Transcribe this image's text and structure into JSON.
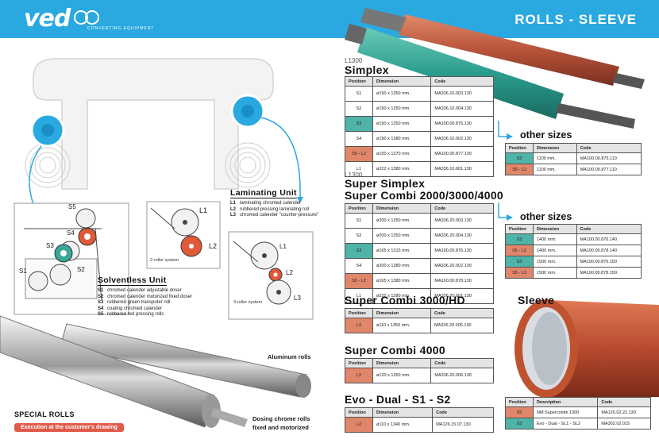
{
  "header": {
    "logo_text": "ved",
    "logo_sub": "CONVERTING EQUIPMENT",
    "title": "ROLLS - SLEEVE",
    "bg": "#2aa8e0"
  },
  "left": {
    "panel_roller2": "2-roller system",
    "panel_roller3": "3-roller system",
    "solventless": {
      "title": "Solventless Unit",
      "items": [
        {
          "code": "S1",
          "text": "chromed calender adjustable doser"
        },
        {
          "code": "S2",
          "text": "chromed calender motorized fixed doser"
        },
        {
          "code": "S3",
          "text": "rubbered green transpoter roll"
        },
        {
          "code": "S4",
          "text": "coating chromed calender"
        },
        {
          "code": "S5",
          "text": "rubbered red pressing rolls"
        }
      ],
      "labels": {
        "s1": "S1",
        "s2": "S2",
        "s3": "S3",
        "s4": "S4",
        "s5": "S5"
      }
    },
    "laminating": {
      "title": "Laminating Unit",
      "items": [
        {
          "code": "L1",
          "text": "laminating chromed calender"
        },
        {
          "code": "L2",
          "text": "rubbered pressing laminating roll"
        },
        {
          "code": "L3",
          "text": "chromed calender \"counter-pressure\""
        }
      ],
      "labels": {
        "l1": "L1",
        "l2": "L2",
        "l1b": "L1",
        "l2b": "L2",
        "l3": "L3"
      }
    },
    "aluminum": "Aluminum rolls",
    "dosing": "Dosing chrome rolls\nfixed and motorized",
    "special_rolls": "SPECIAL ROLLS",
    "special_badge": "Execution at the customer's drawing"
  },
  "tables": {
    "col_position": "Position",
    "col_dimension": "Dimension",
    "col_code": "Code",
    "col_description": "Description",
    "simplex": {
      "model": "L1300",
      "title": "Simplex",
      "rows": [
        {
          "pos": "S1",
          "dim": "ø190 x 1350 mm.",
          "code": "MA336.10.003.130",
          "hl": ""
        },
        {
          "pos": "S2",
          "dim": "ø190 x 1350 mm.",
          "code": "MA336.10.004.130",
          "hl": ""
        },
        {
          "pos": "S3",
          "dim": "ø190 x 1350 mm.",
          "code": "MA100.00.875.130",
          "hl": "teal"
        },
        {
          "pos": "S4",
          "dim": "ø190 x 1380 mm.",
          "code": "MA336.10.002.130",
          "hl": ""
        },
        {
          "pos": "S5 - L2",
          "dim": "ø150 x 1370 mm.",
          "code": "MA100.00.877.130",
          "hl": "org"
        },
        {
          "pos": "L1",
          "dim": "ø222 x 1380 mm.",
          "code": "MA336.10.001.130",
          "hl": ""
        }
      ],
      "other_title": "other sizes",
      "other_rows": [
        {
          "pos": "S3",
          "dim": "1100 mm.",
          "code": "MA100.00.875.110",
          "hl": "teal"
        },
        {
          "pos": "S5 - L2",
          "dim": "1100 mm.",
          "code": "MA100.00.877.110",
          "hl": "org"
        }
      ]
    },
    "super_simplex": {
      "model": "L1300",
      "title": "Super Simplex",
      "title2": "Super  Combi  2000/3000/4000",
      "rows": [
        {
          "pos": "S1",
          "dim": "ø200 x 1350 mm.",
          "code": "MA336.20.003.130",
          "hl": ""
        },
        {
          "pos": "S2",
          "dim": "ø200 x 1350 mm.",
          "code": "MA336.20.004.130",
          "hl": ""
        },
        {
          "pos": "S3",
          "dim": "ø165 x 1315 mm.",
          "code": "MA100.00.876.130",
          "hl": "teal"
        },
        {
          "pos": "S4",
          "dim": "ø200 x 1380 mm.",
          "code": "MA336.20.002.130",
          "hl": ""
        },
        {
          "pos": "S5 - L2",
          "dim": "ø165 x 1380 mm.",
          "code": "MA100.00.878.130",
          "hl": "org"
        },
        {
          "pos": "L1",
          "dim": "ø222 x 1380 mm.",
          "code": "MA336.20.001.130",
          "hl": ""
        }
      ],
      "other_title": "other sizes",
      "other_rows": [
        {
          "pos": "S3",
          "dim": "1400 mm.",
          "code": "MA100.00.876.140",
          "hl": "teal"
        },
        {
          "pos": "S5 - L2",
          "dim": "1400 mm.",
          "code": "MA100.00.878.140",
          "hl": "org"
        },
        {
          "pos": "S3",
          "dim": "1500 mm.",
          "code": "MA100.00.876.150",
          "hl": "teal"
        },
        {
          "pos": "S5 - L2",
          "dim": "1500 mm.",
          "code": "MA100.00.878.150",
          "hl": "org"
        }
      ]
    },
    "combi3000hd": {
      "title": "Super Combi 3000/HD",
      "rows": [
        {
          "pos": "L2",
          "dim": "ø110 x 1350 mm.",
          "code": "MA336.20.005.130",
          "hl": "org"
        }
      ]
    },
    "combi4000": {
      "title": "Super Combi 4000",
      "rows": [
        {
          "pos": "L2",
          "dim": "ø120 x 1350 mm.",
          "code": "MA336.20.006.130",
          "hl": "org"
        }
      ]
    },
    "evo": {
      "title": "Evo - Dual - S1 - S2",
      "rows": [
        {
          "pos": "L2",
          "dim": "ø110 x 1340 mm.",
          "code": "MA126.15.07.130",
          "hl": "org"
        }
      ]
    },
    "sleeve": {
      "title": "Sleeve",
      "rows": [
        {
          "pos": "S5",
          "desc": "NM Supercombi 1300",
          "code": "MA126.02.22.130",
          "hl": "org"
        },
        {
          "pos": "S3",
          "desc": "Evo - Dual - SL1 - SL2",
          "code": "MA302.02.015",
          "hl": "teal"
        }
      ]
    }
  },
  "colors": {
    "teal": "#4fb3a8",
    "orange": "#e0866a",
    "blue": "#2aa8e0",
    "rubber": "#b85a3a",
    "green_rubber": "#3aa79a"
  }
}
